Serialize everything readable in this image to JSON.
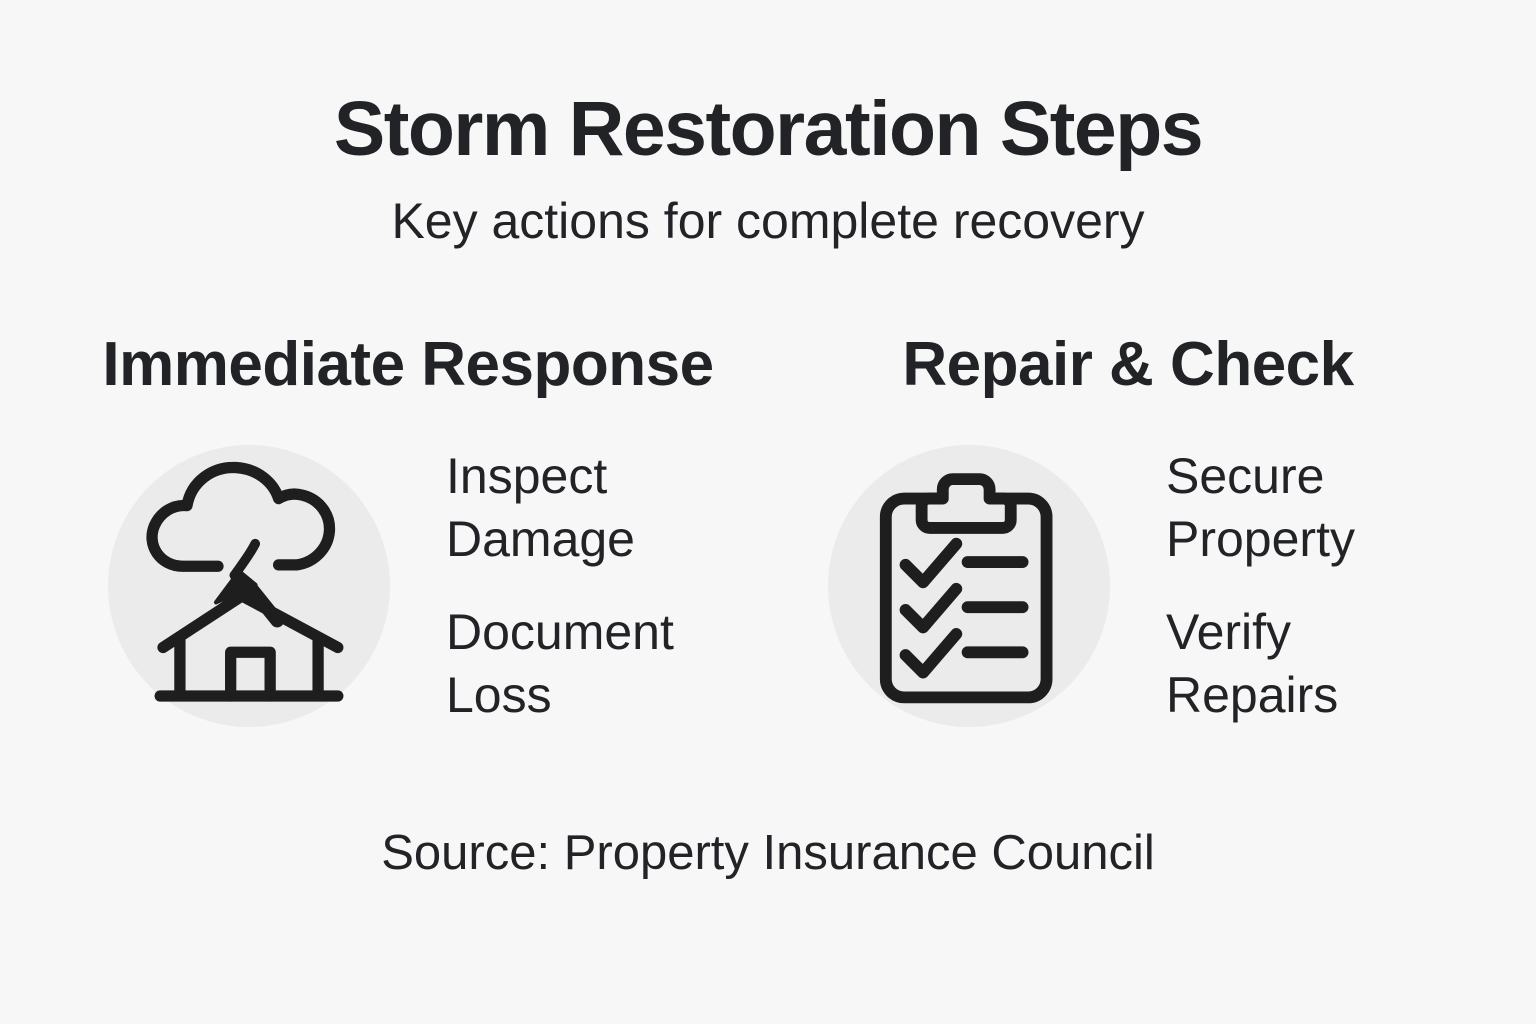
{
  "title": "Storm Restoration Steps",
  "subtitle": "Key actions for complete recovery",
  "columns": [
    {
      "header": "Immediate Response",
      "icon": "storm-damaged-house-icon",
      "items": [
        "Inspect Damage",
        "Document Loss"
      ]
    },
    {
      "header": "Repair & Check",
      "icon": "checklist-clipboard-icon",
      "items": [
        "Secure Property",
        "Verify Repairs"
      ]
    }
  ],
  "footer": {
    "source": "Source: Property Insurance Council"
  },
  "colors": {
    "background": "#f7f7f7",
    "text": "#222326",
    "icon_circle": "#ebebeb",
    "icon_stroke": "#1e1e1e"
  }
}
